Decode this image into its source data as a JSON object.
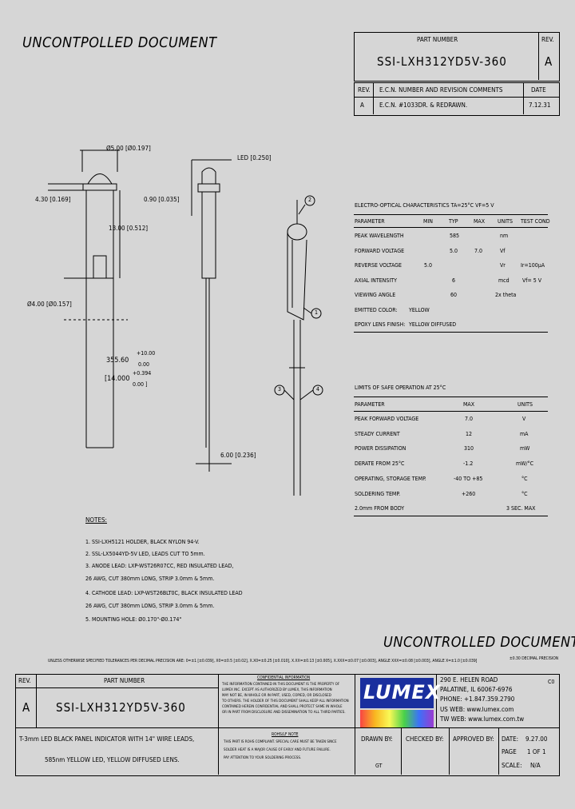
{
  "header": {
    "uncontrolled_top": "UNCONTPOLLED DOCUMENT",
    "part_number_label": "PART NUMBER",
    "part_number": "SSI-LXH312YD5V-360",
    "rev_label": "REV.",
    "rev": "A",
    "revision_table": {
      "headers": [
        "REV.",
        "E.C.N. NUMBER AND REVISION COMMENTS",
        "DATE"
      ],
      "rows": [
        [
          "A",
          "E.C.N. #1033DR. & REDRAWN.",
          "7.12.31"
        ]
      ]
    }
  },
  "drawing": {
    "dim_diameter_top": "Ø5.00 [Ø0.197]",
    "dim_led": "LED [0.250]",
    "dim_430": "4.30 [0.169]",
    "dim_090": "0.90 [0.035]",
    "dim_1300": "13.00 [0.512]",
    "dim_dia400": "Ø4.00 [Ø0.157]",
    "dim_35560": "355.60",
    "dim_35560_tol_top": "+10.00",
    "dim_35560_tol_bot": "0.00",
    "dim_14000": "[14.000",
    "dim_14000_tol_top": "+0.394",
    "dim_14000_tol_bot": "0.00 ]",
    "dim_600": "6.00 [0.236]",
    "balloons": [
      "2",
      "1",
      "3",
      "4"
    ]
  },
  "electro_optical": {
    "title": "ELECTRO-OPTICAL CHARACTERISTICS TA=25°C     VF=5 V",
    "headers": [
      "PARAMETER",
      "MIN",
      "TYP",
      "MAX",
      "UNITS",
      "TEST COND"
    ],
    "rows": [
      [
        "PEAK WAVELENGTH",
        "",
        "585",
        "",
        "nm",
        ""
      ],
      [
        "FORWARD VOLTAGE",
        "",
        "5.0",
        "7.0",
        "Vf",
        ""
      ],
      [
        "REVERSE VOLTAGE",
        "5.0",
        "",
        "",
        "Vr",
        "Ir=100μA"
      ],
      [
        "AXIAL INTENSITY",
        "",
        "6",
        "",
        "mcd",
        "Vf= 5 V"
      ],
      [
        "VIEWING ANGLE",
        "",
        "60",
        "",
        "2x theta",
        ""
      ]
    ],
    "emitted_color_label": "EMITTED COLOR:",
    "emitted_color": "YELLOW",
    "epoxy_label": "EPOXY LENS FINISH:",
    "epoxy": "YELLOW DIFFUSED"
  },
  "limits": {
    "title": "LIMITS OF SAFE OPERATION AT 25°C",
    "headers": [
      "PARAMETER",
      "MAX",
      "UNITS"
    ],
    "rows": [
      [
        "PEAK FORWARD VOLTAGE",
        "7.0",
        "V"
      ],
      [
        "STEADY CURRENT",
        "12",
        "mA"
      ],
      [
        "POWER DISSIPATION",
        "310",
        "mW"
      ],
      [
        "DERATE FROM 25°C",
        "-1.2",
        "mW/°C"
      ],
      [
        "OPERATING, STORAGE TEMP.",
        "-40 TO +85",
        "°C"
      ],
      [
        "SOLDERING TEMP.",
        "+260",
        "°C"
      ],
      [
        "2.0mm FROM BODY",
        "",
        "3 SEC. MAX"
      ]
    ]
  },
  "notes": {
    "title": "NOTES:",
    "lines": [
      "1. SSI-LXH5121 HOLDER, BLACK NYLON 94-V.",
      "2. SSL-LX5044YD-5V LED, LEADS CUT TO 5mm.",
      "3. ANODE LEAD: LXP-WST26R07CC, RED INSULATED LEAD,",
      "   26 AWG, CUT 380mm LONG, STRIP 3.0mm & 5mm.",
      "4. CATHODE LEAD: LXP-WST26BLT0C, BLACK INSULATED LEAD",
      "   26 AWG, CUT 380mm LONG, STRIP 3.0mm & 5mm.",
      "5. MOUNTING HOLE: Ø0.170\"-Ø0.174\""
    ]
  },
  "footer": {
    "uncontrolled_bottom": "UNCONTROLLED DOCUMENT",
    "tolerance_line": "UNLESS OTHERWISE SPECIFIED TOLERANCES PER DECIMAL PRECISION ARE: 0=±1 [±0.039], X0=±0.5 [±0.02], X.X0=±0.25 [±0.010], X.XX=±0.13 [±0.005], X.XXX=±0.07 [±0.003], ANGLE XXX=±0.08 [±0.003], ANGLE X=±1.0 [±0.039]",
    "tol_right": "±0.30  DECIMAL PRECISION",
    "confidential_title": "CONFIDENTIAL INFORMATION",
    "confidential_text": [
      "THE INFORMATION CONTAINED IN THIS DOCUMENT IS THE PROPERTY OF",
      "LUMEX INC. EXCEPT AS AUTHORIZED BY LUMEX, THIS INFORMATION",
      "MAY NOT BE, IN WHOLE OR IN PART, USED, COPIED, OR DISCLOSED",
      "TO OTHERS. THE HOLDER OF THIS DOCUMENT SHALL KEEP ALL INFORMATION",
      "CONTAINED HEREIN CONFIDENTIAL AND SHALL PROTECT SAME IN WHOLE",
      "OR IN PART FROM DISCLOSURE AND DISSEMINATION TO ALL THIRD PARTIES."
    ],
    "rohs_title": "ROHS/LF NOTE",
    "rohs_text": [
      "THIS PART IS ROHS COMPLIANT. SPECIAL CARE MUST BE TAKEN SINCE",
      "SOLDER HEAT IS A MAJOR CAUSE OF EARLY AND FUTURE FAILURE.",
      "PAY ATTENTION TO YOUR SOLDERING PROCESS."
    ],
    "address": [
      "290 E. HELEN ROAD",
      "PALATINE, IL  60067-6976",
      "PHONE: +1.847.359.2790",
      "US WEB: www.lumex.com",
      "TW WEB: www.lumex.com.tw"
    ],
    "part_label": "PART NUMBER",
    "part_number": "SSI-LXH312YD5V-360",
    "rev_label": "REV.",
    "rev": "A",
    "description_1": "T-3mm LED BLACK PANEL INDICATOR WITH 14\" WIRE LEADS,",
    "description_2": "585nm YELLOW LED, YELLOW DIFFUSED LENS.",
    "drawn_by_label": "DRAWN BY:",
    "drawn_by": "GT",
    "checked_by_label": "CHECKED BY:",
    "approved_by_label": "APPROVED BY:",
    "date_label": "DATE:",
    "date": "9.27.00",
    "page_label": "PAGE",
    "page": "1 OF 1",
    "scale_label": "SCALE:",
    "scale": "N/A",
    "logo": "LUMEX",
    "id_tag": "C0"
  }
}
